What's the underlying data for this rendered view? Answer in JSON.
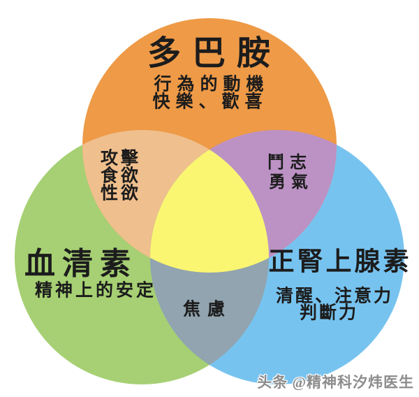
{
  "diagram": {
    "type": "venn-3-circle",
    "background": "#ffffff",
    "text_color": "#1c1c1c",
    "circles": {
      "dopamine": {
        "title": "多巴胺",
        "sub1": "行為的動機",
        "sub2": "快樂、歡喜",
        "color": "#EE9A47"
      },
      "serotonin": {
        "title": "血清素",
        "sub1": "精神上的安定",
        "color": "#A6D073"
      },
      "norepinephrine": {
        "title": "正腎上腺素",
        "sub1": "清醒、注意力",
        "sub2": "判斷力",
        "color": "#77C3EF"
      }
    },
    "overlaps": {
      "dopamine_serotonin": {
        "line1": "攻擊",
        "line2": "食欲",
        "line3": "性欲",
        "color": "#EFBF8D"
      },
      "dopamine_norepinephrine": {
        "line1": "鬥志",
        "line2": "勇氣",
        "color": "#BC92C5"
      },
      "serotonin_norepinephrine": {
        "label": "焦慮",
        "color": "#91A4AF"
      },
      "center": {
        "color": "#FAF672"
      }
    }
  },
  "watermark": {
    "text": "头条 @精神科汐炜医生",
    "color": "#8c8c8c"
  }
}
